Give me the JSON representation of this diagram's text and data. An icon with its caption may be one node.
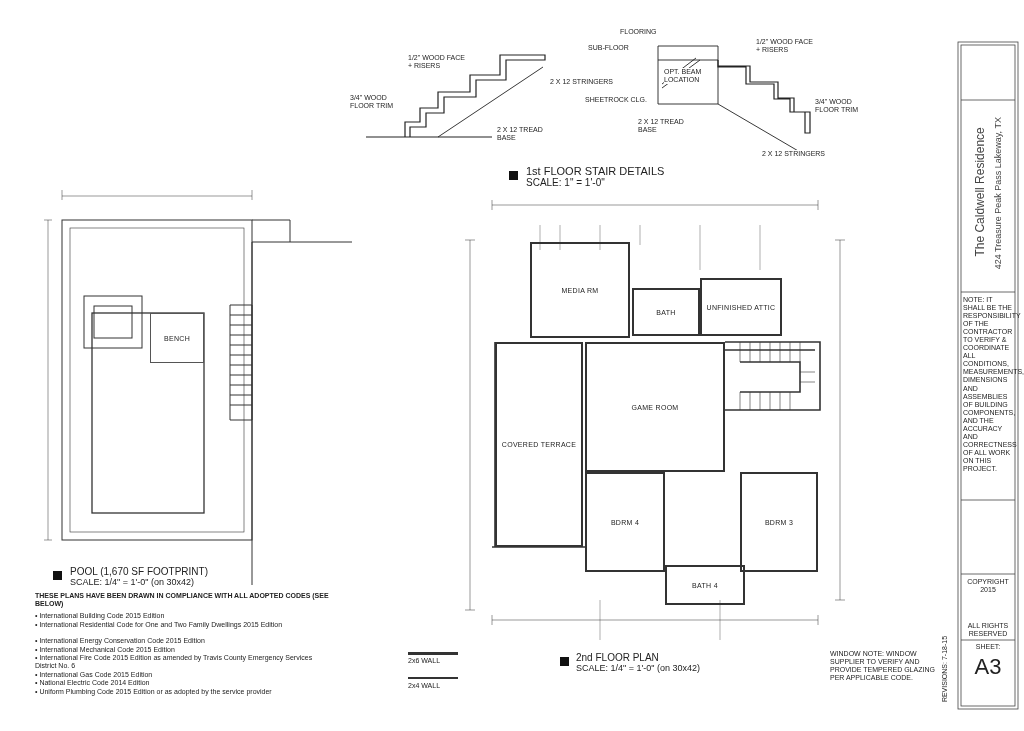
{
  "diagram": {
    "nodes": [
      {
        "text": [
          "BENCH"
        ]
      },
      {
        "text": [
          "MEDIA RM"
        ]
      },
      {
        "text": [
          "BATH"
        ]
      },
      {
        "text": [
          "UNFINISHED ATTIC"
        ]
      },
      {
        "text": [
          "COVERED TERRACE"
        ]
      },
      {
        "text": [
          "GAME ROOM"
        ]
      },
      {
        "text": [
          "BDRM 4"
        ]
      },
      {
        "text": [
          "BDRM 3"
        ]
      },
      {
        "text": [
          "BATH 4"
        ]
      }
    ],
    "labels": [
      "FLOORING",
      "SUB-FLOOR",
      "SHEETROCK CLG.",
      "OPT. BEAM LOCATION",
      "1/2\" WOOD FACE + RISERS",
      "3/4\" WOOD FLOOR TRIM",
      "2 X 12 STRINGERS",
      "2 X 12 TREAD BASE",
      "1/2\" WOOD FACE + RISERS",
      "3/4\" WOOD FLOOR TRIM",
      "2 X 12 TREAD BASE",
      "2 X 12 STRINGERS",
      "1st FLOOR STAIR DETAILS",
      "SCALE: 1\" = 1'-0\"",
      "POOL (1,670 SF FOOTPRINT)",
      "SCALE: 1/4\" = 1'-0\" (on 30x42)",
      "THESE PLANS HAVE BEEN DRAWN IN COMPLIANCE WITH ALL ADOPTED CODES (SEE BELOW)",
      "• International Building Code 2015 Edition",
      "• International Residential Code for One and Two Family Dwellings 2015 Edition",
      "• International Energy Conservation Code 2015 Edition",
      "• International Mechanical Code 2015 Edition",
      "• International Fire Code 2015 Edition as amended by Travis County Emergency Services District No. 6",
      "• International Gas Code 2015 Edition",
      "• National Electric Code 2014 Edition",
      "• Uniform Plumbing Code 2015 Edition or as adopted by the service provider",
      "2nd FLOOR PLAN",
      "SCALE: 1/4\" = 1'-0\" (on 30x42)",
      "WINDOW NOTE: WINDOW SUPPLIER TO VERIFY AND PROVIDE TEMPERED GLAZING PER APPLICABLE CODE.",
      "The Caldwell Residence",
      "424 Treasure Peak Pass Lakeway, TX",
      "NOTE: IT SHALL BE THE RESPONSIBILITY OF THE CONTRACTOR TO VERIFY & COORDINATE ALL CONDITIONS, MEASUREMENTS, DIMENSIONS AND ASSEMBLIES OF BUILDING COMPONENTS, AND THE ACCURACY AND CORRECTNESS OF ALL WORK ON THIS PROJECT.",
      "COPYRIGHT 2015",
      "ALL RIGHTS RESERVED",
      "SHEET:",
      "A3",
      "REVISIONS: 7-18-15"
    ],
    "legend": [
      {
        "text": "2x6 WALL"
      },
      {
        "text": "2x4 WALL"
      }
    ]
  }
}
